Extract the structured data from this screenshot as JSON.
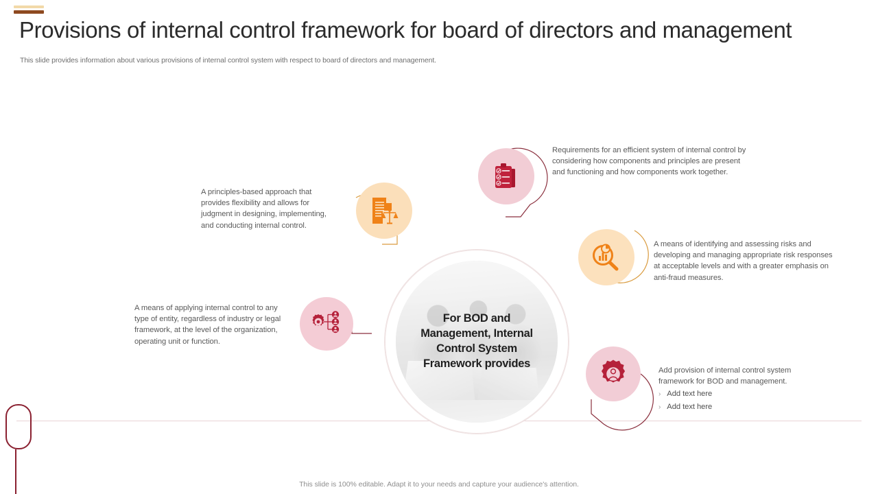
{
  "slide": {
    "title": "Provisions of internal control framework for board of directors and management",
    "subtitle": "This slide provides information about various provisions of internal control system with respect to board of directors and management.",
    "footer": "This slide is 100% editable. Adapt it to your needs and capture your audience's attention."
  },
  "center": {
    "line1": "For BOD and",
    "line2": "Management, Internal",
    "line3": "Control System",
    "line4": "Framework provides",
    "full_text": "For BOD and Management, Internal Control System Framework provides"
  },
  "nodes": [
    {
      "id": "clipboard",
      "icon": "clipboard-checklist-icon",
      "circle_color": "#f2cdd5",
      "icon_color": "#b5213a",
      "arc_color": "#8a2f3d",
      "text": "Requirements for an efficient system of internal control by considering how components and principles are present and functioning and how components work together."
    },
    {
      "id": "document",
      "icon": "document-scales-icon",
      "circle_color": "#fbdfba",
      "icon_color": "#ef8218",
      "arc_color": "#d99a3d",
      "text": "A principles-based approach that provides flexibility and allows for judgment in designing, implementing, and conducting internal control."
    },
    {
      "id": "search",
      "icon": "magnifier-chart-icon",
      "circle_color": "#fce1bd",
      "icon_color": "#ef8218",
      "arc_color": "#d99a3d",
      "text": "A means of identifying and assessing risks and developing and managing appropriate risk responses at acceptable levels and with a greater emphasis on anti-fraud measures."
    },
    {
      "id": "org",
      "icon": "org-structure-gear-icon",
      "circle_color": "#f4ccd5",
      "icon_color": "#b5213a",
      "arc_color": "#8a2f3d",
      "text": "A means of applying internal control to any type of entity, regardless of industry or legal framework,  at the level of the organization, operating unit or function."
    },
    {
      "id": "gear",
      "icon": "gear-person-icon",
      "circle_color": "#f2cdd6",
      "icon_color": "#b5213a",
      "arc_color": "#8a2f3d",
      "text": "Add provision of internal control system framework for BOD and management.",
      "bullets": [
        "Add text here",
        "Add text here"
      ],
      "bullet_marker": "›"
    }
  ],
  "theme": {
    "accent_light": "#f2d9a8",
    "accent_dark": "#8e4a20",
    "deco_pill": "#8a2030",
    "title_color": "#2b2b2b",
    "body_text": "#595959"
  }
}
